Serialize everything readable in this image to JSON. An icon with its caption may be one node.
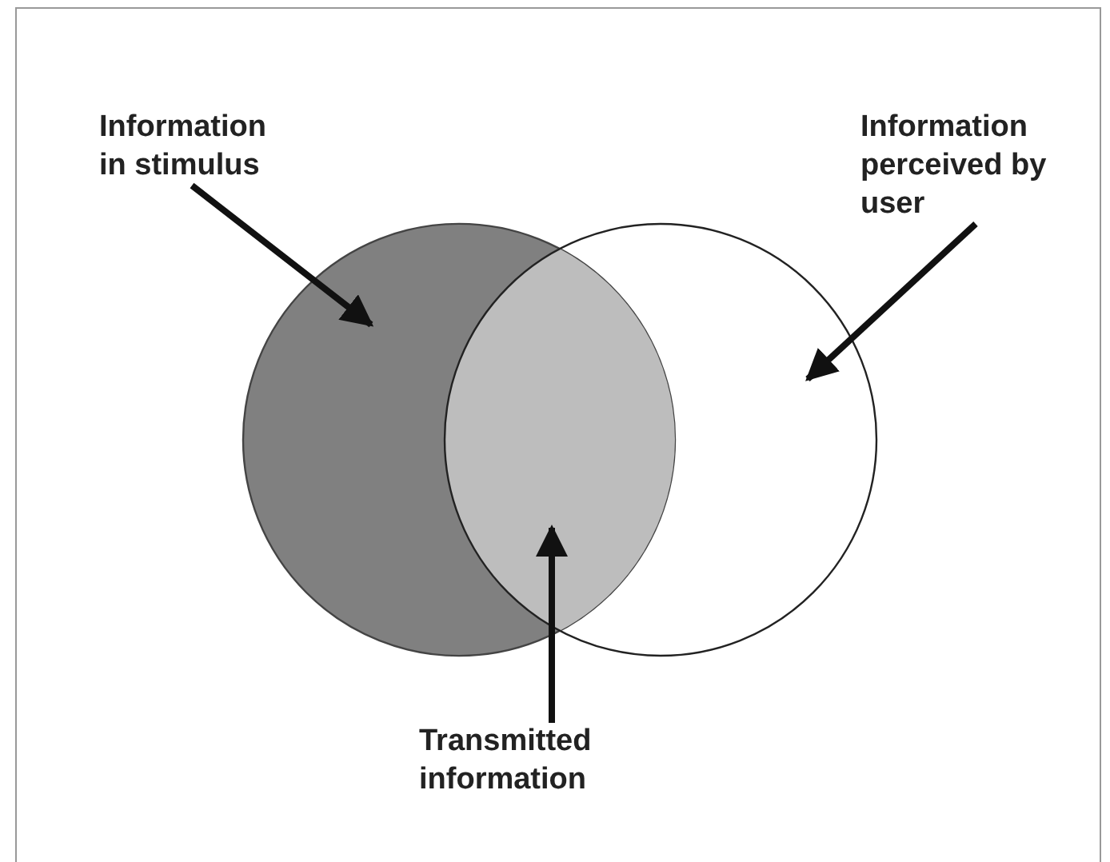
{
  "diagram": {
    "nodes": [
      {
        "text": [
          "Information in stimulus"
        ]
      },
      {
        "text": [
          "Information perceived by user"
        ]
      },
      {
        "text": [
          "Transmitted information"
        ]
      },
      {
        "text": [],
        "shape": "circle"
      },
      {
        "text": [],
        "shape": "circle"
      },
      {
        "text": [],
        "shape": "lens"
      }
    ],
    "edges": [
      {
        "from": 0,
        "to": 3,
        "arrow": "to"
      },
      {
        "from": 1,
        "to": 4,
        "arrow": "to"
      },
      {
        "from": 2,
        "to": 5,
        "arrow": "to"
      }
    ]
  }
}
